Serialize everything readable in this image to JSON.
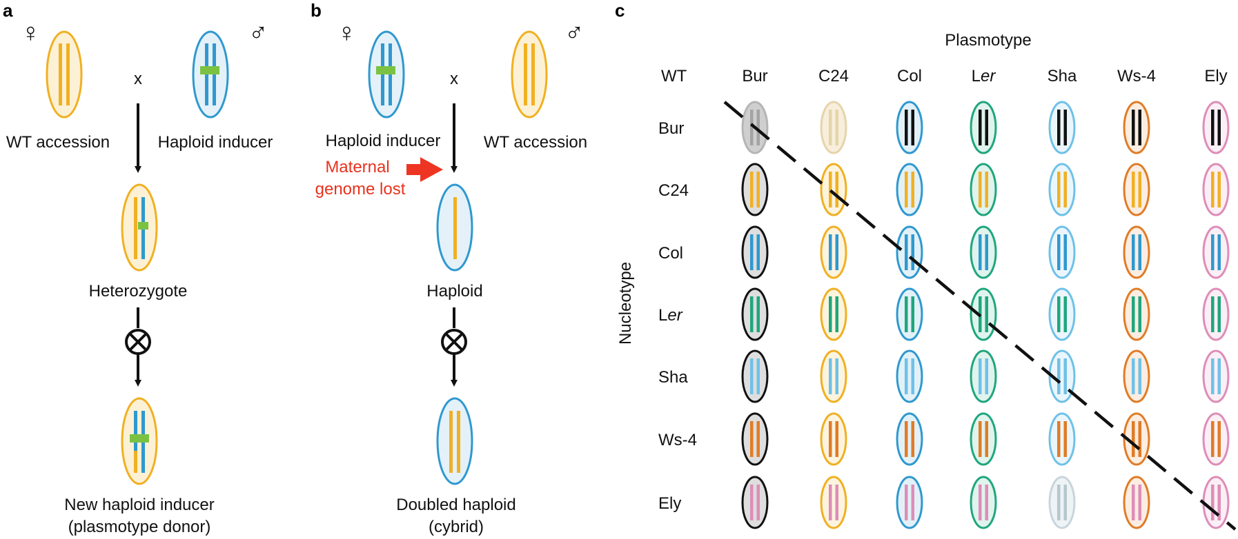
{
  "colors": {
    "WT_yellow": "#F0B022",
    "inducer_blue": "#2E98CF",
    "marker_green": "#7CC242",
    "arrow_red": "#EE3524",
    "Bur": "#9E9E9E",
    "C24": "#F0B022",
    "Col": "#2E98CF",
    "Ler": "#1FA67D",
    "Sha": "#6FC1E8",
    "Ws-4": "#E07B26",
    "Ely": "#DE8DB8",
    "diag_Bur": "#B5B5B5",
    "diag_C24": "#E6D4AA",
    "cell_black": "#111111",
    "Ely_Sha_stripe": "#B7C7CE"
  },
  "panel_a": {
    "letter": "a",
    "female_symbol": "♀",
    "male_symbol": "♂",
    "cross_symbol": "x",
    "female_label": "WT accession",
    "male_label": "Haploid inducer",
    "middle_label": "Heterozygote",
    "result_line1": "New haploid inducer",
    "result_line2": "(plasmotype donor)"
  },
  "panel_b": {
    "letter": "b",
    "female_symbol": "♀",
    "male_symbol": "♂",
    "cross_symbol": "x",
    "female_label": "Haploid inducer",
    "male_label": "WT accession",
    "loss_line1": "Maternal",
    "loss_line2": "genome lost",
    "middle_label": "Haploid",
    "result_line1": "Doubled haploid",
    "result_line2": "(cybrid)"
  },
  "panel_c": {
    "letter": "c",
    "column_title": "Plasmotype",
    "row_title": "Nucleotype",
    "corner_label": "WT",
    "columns": [
      "Bur",
      "C24",
      "Col",
      "Ler",
      "Sha",
      "Ws-4",
      "Ely"
    ],
    "column_labels": [
      {
        "pre": "",
        "ital": "",
        "text": "Bur"
      },
      {
        "pre": "",
        "ital": "",
        "text": "C24"
      },
      {
        "pre": "",
        "ital": "",
        "text": "Col"
      },
      {
        "pre": "L",
        "ital": "er",
        "text": ""
      },
      {
        "pre": "",
        "ital": "",
        "text": "Sha"
      },
      {
        "pre": "",
        "ital": "",
        "text": "Ws-4"
      },
      {
        "pre": "",
        "ital": "",
        "text": "Ely"
      }
    ],
    "rows": [
      "Bur",
      "C24",
      "Col",
      "Ler",
      "Sha",
      "Ws-4",
      "Ely"
    ],
    "row_labels": [
      {
        "pre": "",
        "ital": "",
        "text": "Bur"
      },
      {
        "pre": "",
        "ital": "",
        "text": "C24"
      },
      {
        "pre": "",
        "ital": "",
        "text": "Col"
      },
      {
        "pre": "L",
        "ital": "er",
        "text": ""
      },
      {
        "pre": "",
        "ital": "",
        "text": "Sha"
      },
      {
        "pre": "",
        "ital": "",
        "text": "Ws-4"
      },
      {
        "pre": "",
        "ital": "",
        "text": "Ely"
      }
    ]
  }
}
